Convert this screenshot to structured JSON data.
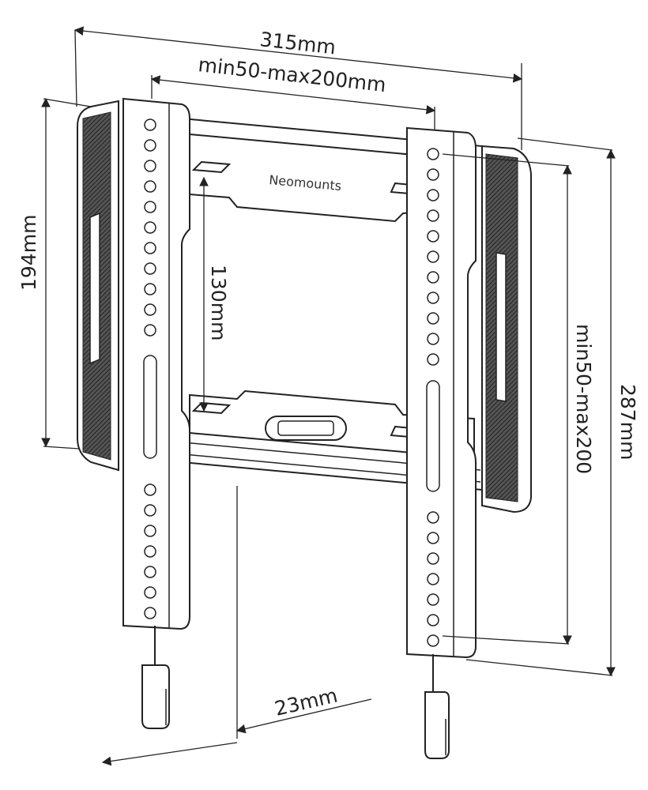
{
  "brand": {
    "logo_text": "Neomounts"
  },
  "dimensions": {
    "overall_width": "315mm",
    "vesa_horizontal": "min50-max200mm",
    "overall_height_arms": "194mm",
    "vesa_hole_spacing": "130mm",
    "vesa_vertical": "min50-max200",
    "overall_height": "287mm",
    "wall_distance": "23mm"
  },
  "colors": {
    "line": "#222222",
    "pad": "#3a3a3a",
    "paper": "#ffffff"
  }
}
